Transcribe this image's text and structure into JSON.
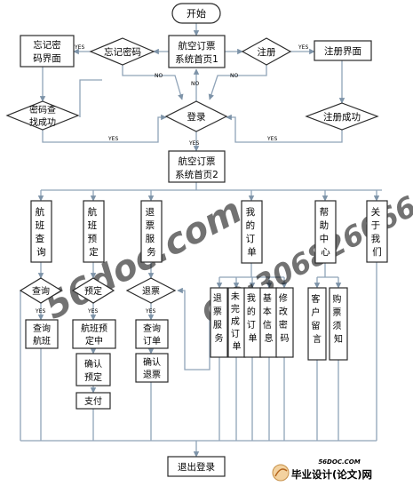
{
  "nodes": {
    "start": "开始",
    "home1_l1": "航空订票",
    "home1_l2": "系统首页1",
    "forgot_decision": "忘记密码",
    "forgot_page_l1": "忘记密",
    "forgot_page_l2": "码界面",
    "register_decision": "注册",
    "register_page": "注册界面",
    "recover_ok_l1": "密码查",
    "recover_ok_l2": "找成功",
    "login": "登录",
    "register_ok": "注册成功",
    "home2_l1": "航空订票",
    "home2_l2": "系统首页2",
    "flight_query": [
      "航",
      "班",
      "查",
      "询"
    ],
    "flight_booking": [
      "航",
      "班",
      "预",
      "定"
    ],
    "refund_service": [
      "退",
      "票",
      "服",
      "务"
    ],
    "my_orders": [
      "我",
      "的",
      "订",
      "单"
    ],
    "help_center": [
      "帮",
      "助",
      "中",
      "心"
    ],
    "about_us": [
      "关",
      "于",
      "我",
      "们"
    ],
    "query_decision": "查询",
    "book_decision": "预定",
    "refund_decision": "退票",
    "query_flights_l1": "查询",
    "query_flights_l2": "航班",
    "booking_in_progress_l1": "航班预",
    "booking_in_progress_l2": "定中",
    "confirm_booking_l1": "确认",
    "confirm_booking_l2": "预定",
    "pay": "支付",
    "query_order_l1": "查询",
    "query_order_l2": "订单",
    "confirm_refund_l1": "确认",
    "confirm_refund_l2": "退票",
    "refund_service_sub": [
      "退",
      "票",
      "服",
      "务"
    ],
    "unfinished_orders": [
      "未",
      "完",
      "成",
      "订",
      "单"
    ],
    "my_orders_sub": [
      "我",
      "的",
      "订",
      "单"
    ],
    "basic_info": [
      "基",
      "本",
      "信",
      "息"
    ],
    "change_password": [
      "修",
      "改",
      "密",
      "码"
    ],
    "customer_message": [
      "客",
      "户",
      "留",
      "言"
    ],
    "purchase_notice": [
      "购",
      "票",
      "须",
      "知"
    ],
    "logout": "退出登录"
  },
  "edge_labels": {
    "yes": "YES",
    "no": "NO"
  },
  "watermarks": {
    "wm1": "56doc.com",
    "wm2": "QQ:306826066",
    "logo_site": "56DOC.COM",
    "logo_text": "毕业设计(论文)网"
  }
}
